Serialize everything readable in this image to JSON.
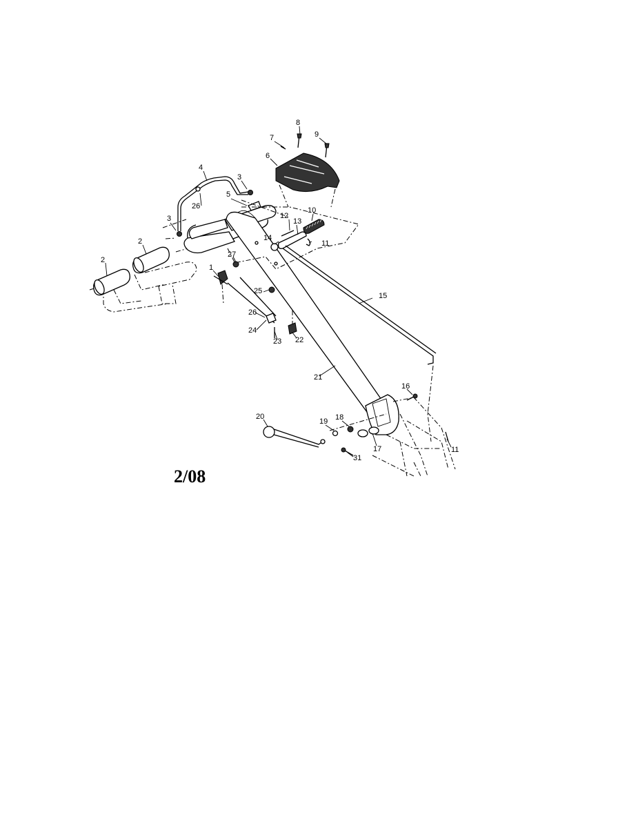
{
  "diagram": {
    "date_code": "2/08",
    "callouts": [
      {
        "id": "c1",
        "text": "1"
      },
      {
        "id": "c2a",
        "text": "2"
      },
      {
        "id": "c2b",
        "text": "2"
      },
      {
        "id": "c3a",
        "text": "3"
      },
      {
        "id": "c3b",
        "text": "3"
      },
      {
        "id": "c4",
        "text": "4"
      },
      {
        "id": "c5",
        "text": "5"
      },
      {
        "id": "c6",
        "text": "6"
      },
      {
        "id": "c7",
        "text": "7"
      },
      {
        "id": "c8",
        "text": "8"
      },
      {
        "id": "c9",
        "text": "9"
      },
      {
        "id": "c10",
        "text": "10"
      },
      {
        "id": "c11a",
        "text": "11"
      },
      {
        "id": "c11b",
        "text": "11"
      },
      {
        "id": "c12",
        "text": "12"
      },
      {
        "id": "c13",
        "text": "13"
      },
      {
        "id": "c14",
        "text": "14"
      },
      {
        "id": "c15",
        "text": "15"
      },
      {
        "id": "c16",
        "text": "16"
      },
      {
        "id": "c17",
        "text": "17"
      },
      {
        "id": "c18",
        "text": "18"
      },
      {
        "id": "c19",
        "text": "19"
      },
      {
        "id": "c20",
        "text": "20"
      },
      {
        "id": "c21",
        "text": "21"
      },
      {
        "id": "c22",
        "text": "22"
      },
      {
        "id": "c23",
        "text": "23"
      },
      {
        "id": "c24",
        "text": "24"
      },
      {
        "id": "c25",
        "text": "25"
      },
      {
        "id": "c26a",
        "text": "26"
      },
      {
        "id": "c26b",
        "text": "26"
      },
      {
        "id": "c27",
        "text": "27"
      },
      {
        "id": "c31",
        "text": "31"
      }
    ]
  }
}
